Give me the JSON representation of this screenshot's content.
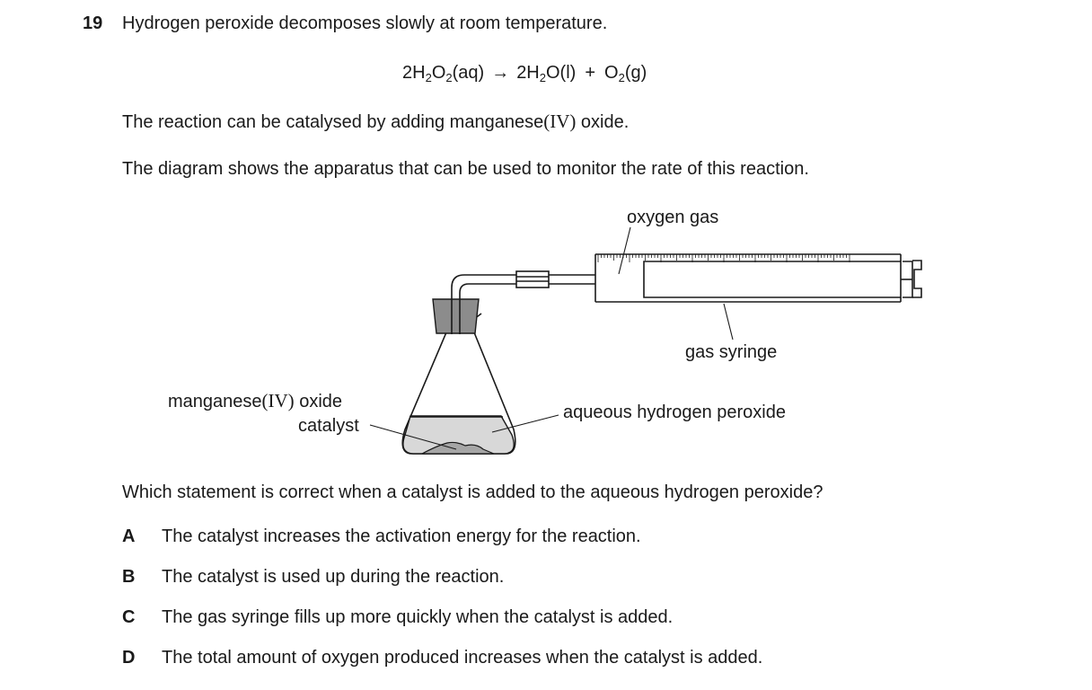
{
  "question": {
    "number": "19",
    "stem": "Hydrogen peroxide decomposes slowly at room temperature.",
    "equation": {
      "lhs_coef": "2H",
      "lhs_sub1": "2",
      "lhs_mid": "O",
      "lhs_sub2": "2",
      "lhs_state": "(aq)",
      "arrow": "→",
      "p1_coef": "2H",
      "p1_sub": "2",
      "p1_rest": "O(l)",
      "plus": "+",
      "p2_el": "O",
      "p2_sub": "2",
      "p2_state": "(g)"
    },
    "catalyst_sentence_pre": "The reaction can be catalysed by adding manganese",
    "catalyst_sentence_roman": "(IV)",
    "catalyst_sentence_post": " oxide.",
    "diagram_sentence": "The diagram shows the apparatus that can be used to monitor the rate of this reaction.",
    "prompt": "Which statement is correct when a catalyst is added to the aqueous hydrogen peroxide?"
  },
  "diagram": {
    "labels": {
      "oxygen_gas": "oxygen gas",
      "gas_syringe": "gas syringe",
      "aqueous_h2o2": "aqueous hydrogen peroxide",
      "mno2_pre": "manganese",
      "mno2_roman": "(IV)",
      "mno2_post": " oxide",
      "catalyst": "catalyst"
    }
  },
  "options": [
    {
      "letter": "A",
      "text": "The catalyst increases the activation energy for the reaction."
    },
    {
      "letter": "B",
      "text": "The catalyst is used up during the reaction."
    },
    {
      "letter": "C",
      "text": "The gas syringe fills up more quickly when the catalyst is added."
    },
    {
      "letter": "D",
      "text": "The total amount of oxygen produced increases when the catalyst is added."
    }
  ],
  "colors": {
    "text": "#1a1a1a",
    "stopper": "#8c8c8c",
    "liquid": "#d8d8d8",
    "catalyst_solid": "#a6a6a6"
  }
}
